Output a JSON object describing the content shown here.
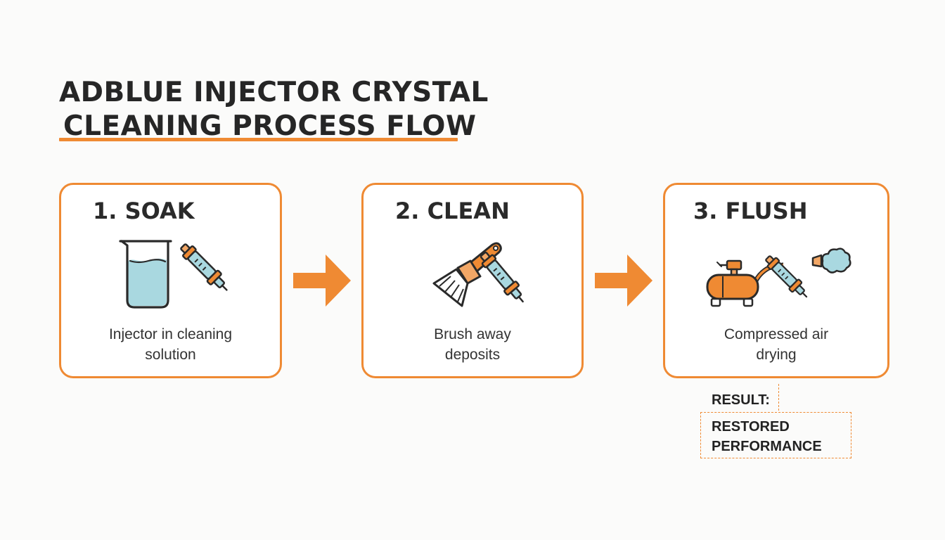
{
  "title": {
    "line1": "ADBLUE INJECTOR CRYSTAL",
    "line2": "CLEANING PROCESS FLOW"
  },
  "colors": {
    "accent": "#ef8a33",
    "liquid": "#a9d8e0",
    "outline": "#2a2a2a"
  },
  "steps": [
    {
      "title": "1. SOAK",
      "desc_line1": "Injector in cleaning",
      "desc_line2": "solution",
      "icons": [
        "beaker-icon",
        "injector-icon"
      ]
    },
    {
      "title": "2. CLEAN",
      "desc_line1": "Brush away",
      "desc_line2": "deposits",
      "icons": [
        "brush-icon",
        "injector-icon"
      ]
    },
    {
      "title": "3. FLUSH",
      "desc_line1": "Compressed air",
      "desc_line2": "drying",
      "icons": [
        "air-compressor-icon",
        "injector-icon",
        "air-puff-icon"
      ]
    }
  ],
  "result": {
    "label": "RESULT:",
    "line1": "RESTORED",
    "line2": "PERFORMANCE"
  }
}
